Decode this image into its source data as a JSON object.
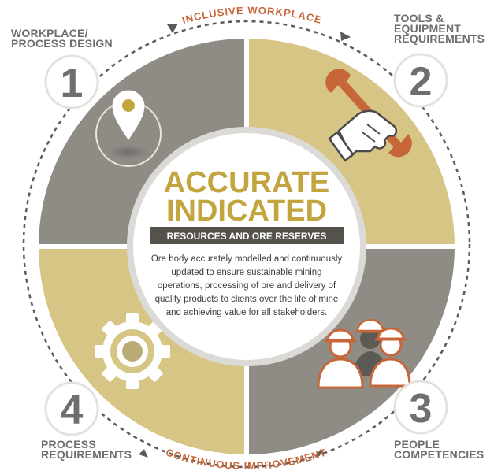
{
  "arc_labels": {
    "top": "INCLUSIVE WORKPLACE",
    "bottom": "CONTINUOUS IMPROVEMENT"
  },
  "quadrants": [
    {
      "number": "1",
      "label": "WORKPLACE/\nPROCESS DESIGN",
      "icon": "location-pin-icon"
    },
    {
      "number": "2",
      "label": "TOOLS &\nEQUIPMENT\nREQUIREMENTS",
      "icon": "hand-wrench-icon"
    },
    {
      "number": "3",
      "label": "PEOPLE\nCOMPETENCIES",
      "icon": "workers-hardhat-icon"
    },
    {
      "number": "4",
      "label": "PROCESS\nREQUIREMENTS",
      "icon": "gear-icon"
    }
  ],
  "center": {
    "title_line1": "ACCURATE",
    "title_line2": "INDICATED",
    "banner": "RESOURCES AND ORE RESERVES",
    "description": [
      "Ore body accurately modelled and continuously",
      "updated to ensure sustainable mining",
      "operations, processing of ore and delivery of",
      "quality products to clients over the life of mine",
      "and achieving value for all stakeholders."
    ]
  },
  "colors": {
    "gray": "#8f8c86",
    "khaki": "#d6c585",
    "gold_title": "#c2a53e",
    "banner": "#55514b",
    "accent": "#c76638",
    "dash": "#5b5b5b",
    "number": "#6f6f6f"
  }
}
